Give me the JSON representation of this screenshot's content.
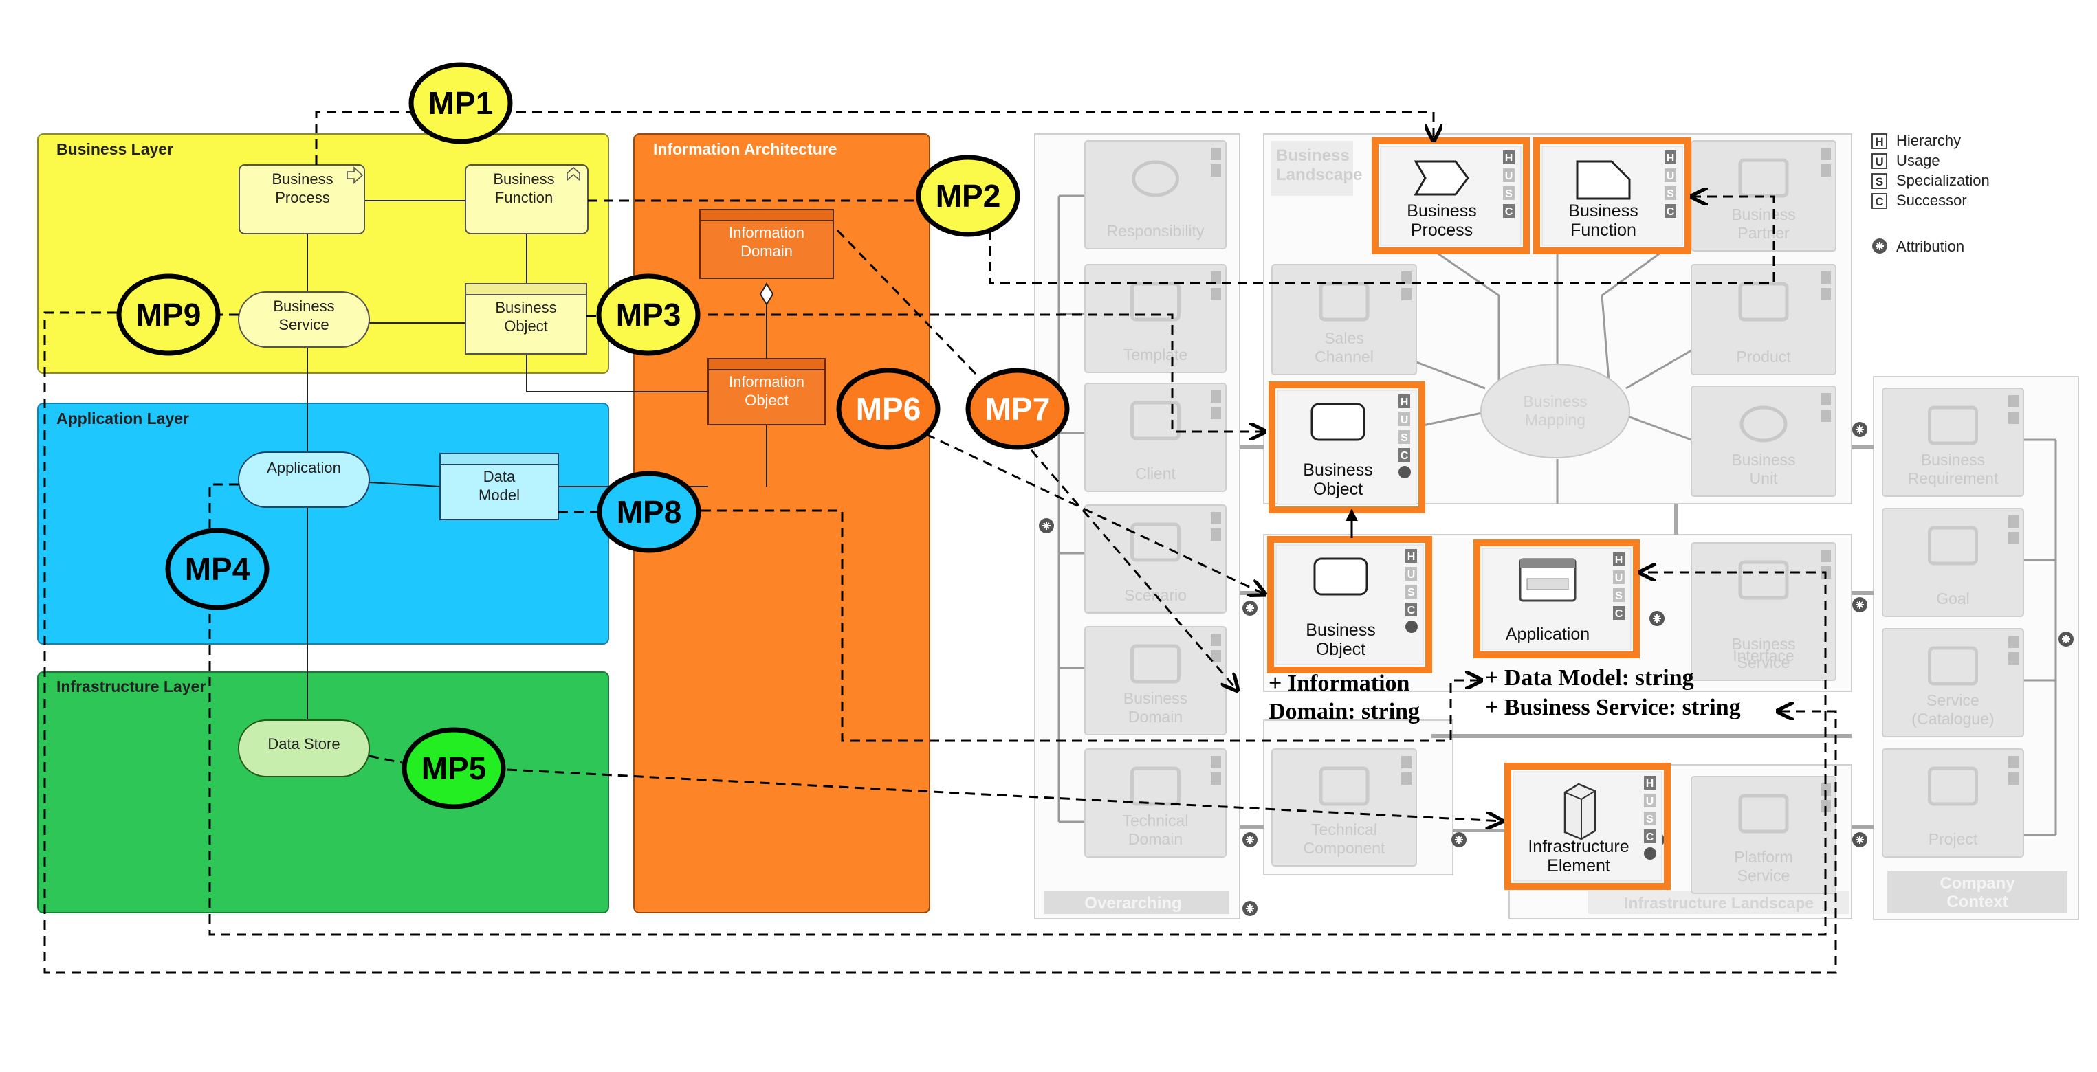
{
  "layers": {
    "business": "Business Layer",
    "application": "Application Layer",
    "infrastructure": "Infrastructure Layer",
    "information": "Information Architecture"
  },
  "archimate": {
    "business_process": [
      "Business",
      "Process"
    ],
    "business_function": [
      "Business",
      "Function"
    ],
    "business_service": [
      "Business",
      "Service"
    ],
    "business_object": [
      "Business",
      "Object"
    ],
    "information_domain": [
      "Information",
      "Domain"
    ],
    "information_object": [
      "Information",
      "Object"
    ],
    "application": "Application",
    "data_model": [
      "Data",
      "Model"
    ],
    "data_store": "Data Store"
  },
  "mapping_points": {
    "mp1": "MP1",
    "mp2": "MP2",
    "mp3": "MP3",
    "mp4": "MP4",
    "mp5": "MP5",
    "mp6": "MP6",
    "mp7": "MP7",
    "mp8": "MP8",
    "mp9": "MP9"
  },
  "meta_model": {
    "section_business_landscape": [
      "Business",
      "Landscape"
    ],
    "section_overarching": "Overarching",
    "section_infrastructure_landscape": "Infrastructure Landscape",
    "section_company_context": [
      "Company",
      "Context"
    ],
    "overarching_items": [
      [
        "Responsibility"
      ],
      [
        "Template"
      ],
      [
        "Client"
      ],
      [
        "Scenario"
      ],
      [
        "Business",
        "Domain"
      ],
      [
        "Technical",
        "Domain"
      ]
    ],
    "business_landscape_faded": {
      "business_partner": [
        "Business",
        "Partner"
      ],
      "sales_channel": [
        "Sales",
        "Channel"
      ],
      "product": [
        "Product"
      ],
      "business_unit": [
        "Business",
        "Unit"
      ],
      "business_mapping": [
        "Business",
        "Mapping"
      ]
    },
    "app_faded": {
      "business_service": [
        "Business",
        "Service"
      ],
      "interface": [
        "Interface"
      ]
    },
    "infra_faded": {
      "technical_component": [
        "Technical",
        "Component"
      ],
      "platform_service": [
        "Platform",
        "Service"
      ]
    },
    "company_context_items": [
      [
        "Business",
        "Requirement"
      ],
      [
        "Goal"
      ],
      [
        "Service",
        "(Catalogue)"
      ],
      [
        "Project"
      ]
    ],
    "highlighted": {
      "business_process": [
        "Business",
        "Process"
      ],
      "business_function": [
        "Business",
        "Function"
      ],
      "business_object_landscape": [
        "Business",
        "Object"
      ],
      "business_object_app": [
        "Business",
        "Object"
      ],
      "application": [
        "Application"
      ],
      "infrastructure_element": [
        "Infrastructure",
        "Element"
      ]
    },
    "attributes": {
      "information_domain": [
        "+ Information",
        "Domain: string"
      ],
      "data_model": "+ Data Model: string",
      "business_service": "+ Business Service: string"
    },
    "husc_letters": [
      "H",
      "U",
      "S",
      "C"
    ]
  },
  "legend": {
    "items": [
      {
        "letter": "H",
        "label": "Hierarchy"
      },
      {
        "letter": "U",
        "label": "Usage"
      },
      {
        "letter": "S",
        "label": "Specialization"
      },
      {
        "letter": "C",
        "label": "Successor"
      }
    ],
    "attribution": "Attribution"
  },
  "colors": {
    "business_layer": "#fbf94a",
    "application_layer": "#1ec8ff",
    "infrastructure_layer": "#2ec657",
    "information_architecture": "#fd8527",
    "business_element": "#fdfdb4",
    "application_element": "#b8f4ff",
    "infrastructure_element": "#c8eeae",
    "information_element": "#f57c28",
    "highlight_border": "#f87f1f",
    "mp_business": "#fbf94a",
    "mp_application": "#1ec8ff",
    "mp_infrastructure": "#22ee22",
    "mp_information": "#fb7a1d"
  }
}
